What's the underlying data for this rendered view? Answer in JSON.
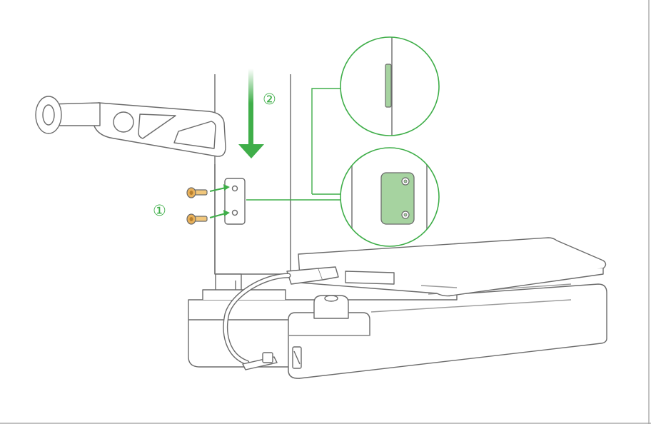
{
  "steps": [
    {
      "number": "1",
      "symbol": "①",
      "action": "insert-screws"
    },
    {
      "number": "2",
      "symbol": "②",
      "action": "slide-holder-down"
    }
  ],
  "colors": {
    "accent": "#3fae49",
    "plate_fill": "#a6d3a0",
    "outline": "#6b6b6b",
    "screw": "#e9b15a"
  },
  "icons": {
    "step_arrow": "arrow-down",
    "screw_arrow": "arrow-right"
  }
}
